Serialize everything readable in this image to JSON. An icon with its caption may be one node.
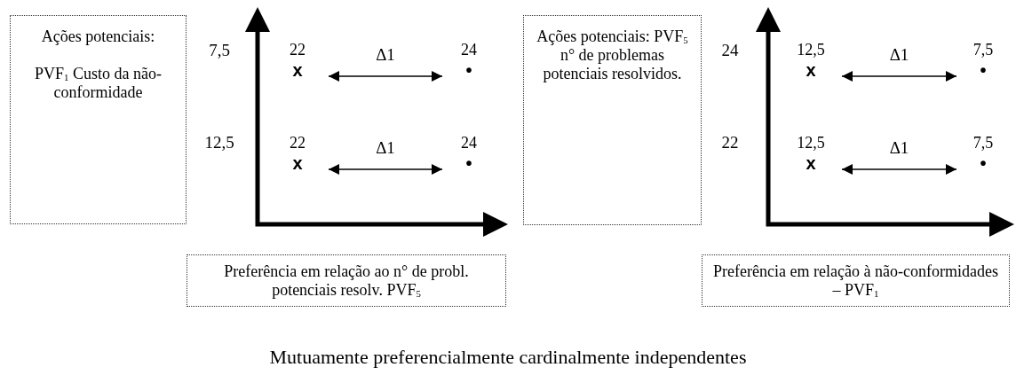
{
  "diagram": {
    "caption": "Mutuamente preferencialmente cardinalmente independentes",
    "nodes": [
      {
        "text": [
          "Ações potenciais:",
          "PVF$_{1}$ Custo da não-conformidade"
        ]
      },
      {
        "text": [
          "Ações potenciais: PVF$_{5}$ n° de problemas potenciais resolvidos."
        ]
      },
      {
        "text": [
          "Preferência em relação ao n° de probl. potenciais resolv. PVF$_{5}$"
        ]
      },
      {
        "text": [
          "Preferência em relação à não-conformidades – PVF$_{1}$"
        ]
      },
      {
        "text": [
          "22",
          "x"
        ]
      },
      {
        "text": [
          "24",
          "•"
        ]
      },
      {
        "text": [
          "22",
          "x"
        ]
      },
      {
        "text": [
          "24",
          "•"
        ]
      },
      {
        "text": [
          "12,5",
          "x"
        ]
      },
      {
        "text": [
          "7,5",
          "•"
        ]
      },
      {
        "text": [
          "12,5",
          "x"
        ]
      },
      {
        "text": [
          "7,5",
          "•"
        ]
      }
    ],
    "edges": [
      {
        "from": 4,
        "to": 5,
        "arrow": "both",
        "label": "Δ1"
      },
      {
        "from": 6,
        "to": 7,
        "arrow": "both",
        "label": "Δ1"
      },
      {
        "from": 8,
        "to": 9,
        "arrow": "both",
        "label": "Δ1"
      },
      {
        "from": 10,
        "to": 11,
        "arrow": "both",
        "label": "Δ1"
      }
    ],
    "labels": [
      "7,5",
      "12,5",
      "24",
      "22"
    ]
  }
}
